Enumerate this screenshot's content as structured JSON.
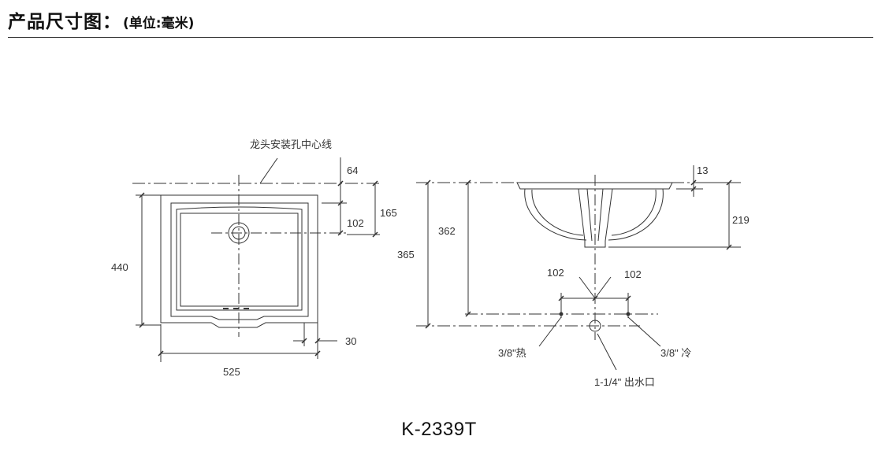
{
  "header": {
    "title": "产品尺寸图：",
    "unit": "(单位:毫米)"
  },
  "top_view": {
    "faucet_centerline_label": "龙头安装孔中心线",
    "dim_64": "64",
    "dim_102": "102",
    "dim_165": "165",
    "dim_440": "440",
    "dim_30": "30",
    "dim_525": "525"
  },
  "side_view": {
    "dim_13": "13",
    "dim_219": "219",
    "dim_362": "362",
    "dim_365": "365",
    "dim_102_left": "102",
    "dim_102_right": "102",
    "hot_label": "3/8\"热",
    "cold_label": "3/8\" 冷",
    "drain_label": "1-1/4\" 出水口"
  },
  "model": "K-2339T"
}
